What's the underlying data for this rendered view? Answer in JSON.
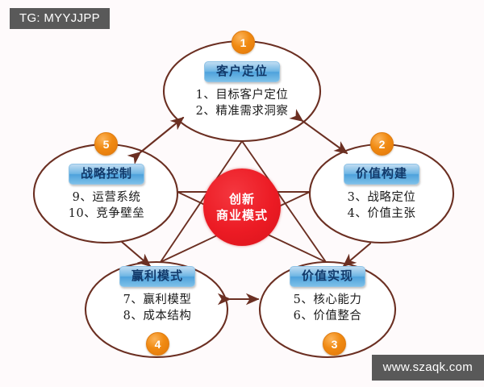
{
  "watermarks": {
    "tg": "TG: MYYJJPP",
    "site": "www.szaqk.com"
  },
  "colors": {
    "accent_red": "#ec1b24",
    "badge_orange": "#f08a12",
    "title_blue": "#4ea2dc",
    "title_text": "#123a6b",
    "outline_brown": "#6b2f22",
    "background": "#fefafb",
    "chip_gray": "#595959"
  },
  "hub": {
    "line1": "创新",
    "line2": "商业模式"
  },
  "nodes": [
    {
      "badge": "1",
      "title": "客户定位",
      "items": [
        "1、目标客户定位",
        "2、精准需求洞察"
      ]
    },
    {
      "badge": "2",
      "title": "价值构建",
      "items": [
        "3、战略定位",
        "4、价值主张"
      ]
    },
    {
      "badge": "3",
      "title": "价值实现",
      "items": [
        "5、核心能力",
        "6、价值整合"
      ]
    },
    {
      "badge": "4",
      "title": "赢利模式",
      "items": [
        "7、赢利模型",
        "8、成本结构"
      ]
    },
    {
      "badge": "5",
      "title": "战略控制",
      "items": [
        "9、运营系统",
        "10、竞争壁垒"
      ]
    }
  ]
}
